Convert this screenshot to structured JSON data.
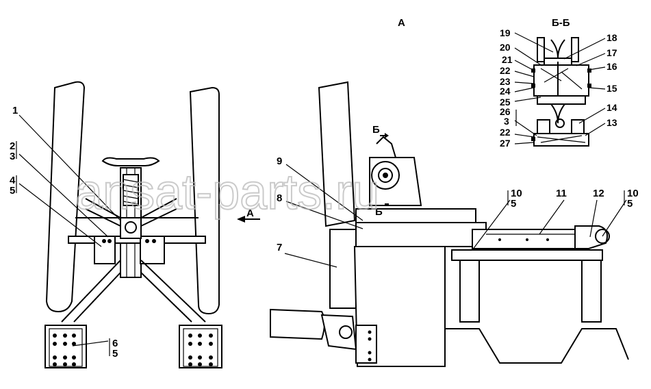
{
  "title_view": "А",
  "section_title": "Б-Б",
  "view_marker": "А",
  "section_marker_top": "Б",
  "section_marker_bottom": "Б",
  "watermark": "ansat-parts.ru",
  "callouts": {
    "c1": "1",
    "c2": "2",
    "c3": "3",
    "c4": "4",
    "c5": "5",
    "c6": "6",
    "c6b": "5",
    "c7": "7",
    "c8": "8",
    "c9": "9",
    "c10a": "10",
    "c10a_sub": "5",
    "c11": "11",
    "c12": "12",
    "c10b": "10",
    "c10b_sub": "5",
    "c13": "13",
    "c14": "14",
    "c15": "15",
    "c16": "16",
    "c17": "17",
    "c18": "18",
    "c19": "19",
    "c20": "20",
    "c21": "21",
    "c22": "22",
    "c23": "23",
    "c24": "24",
    "c25": "25",
    "c26": "26",
    "c26_sub": "3",
    "c22b": "22",
    "c27": "27"
  }
}
